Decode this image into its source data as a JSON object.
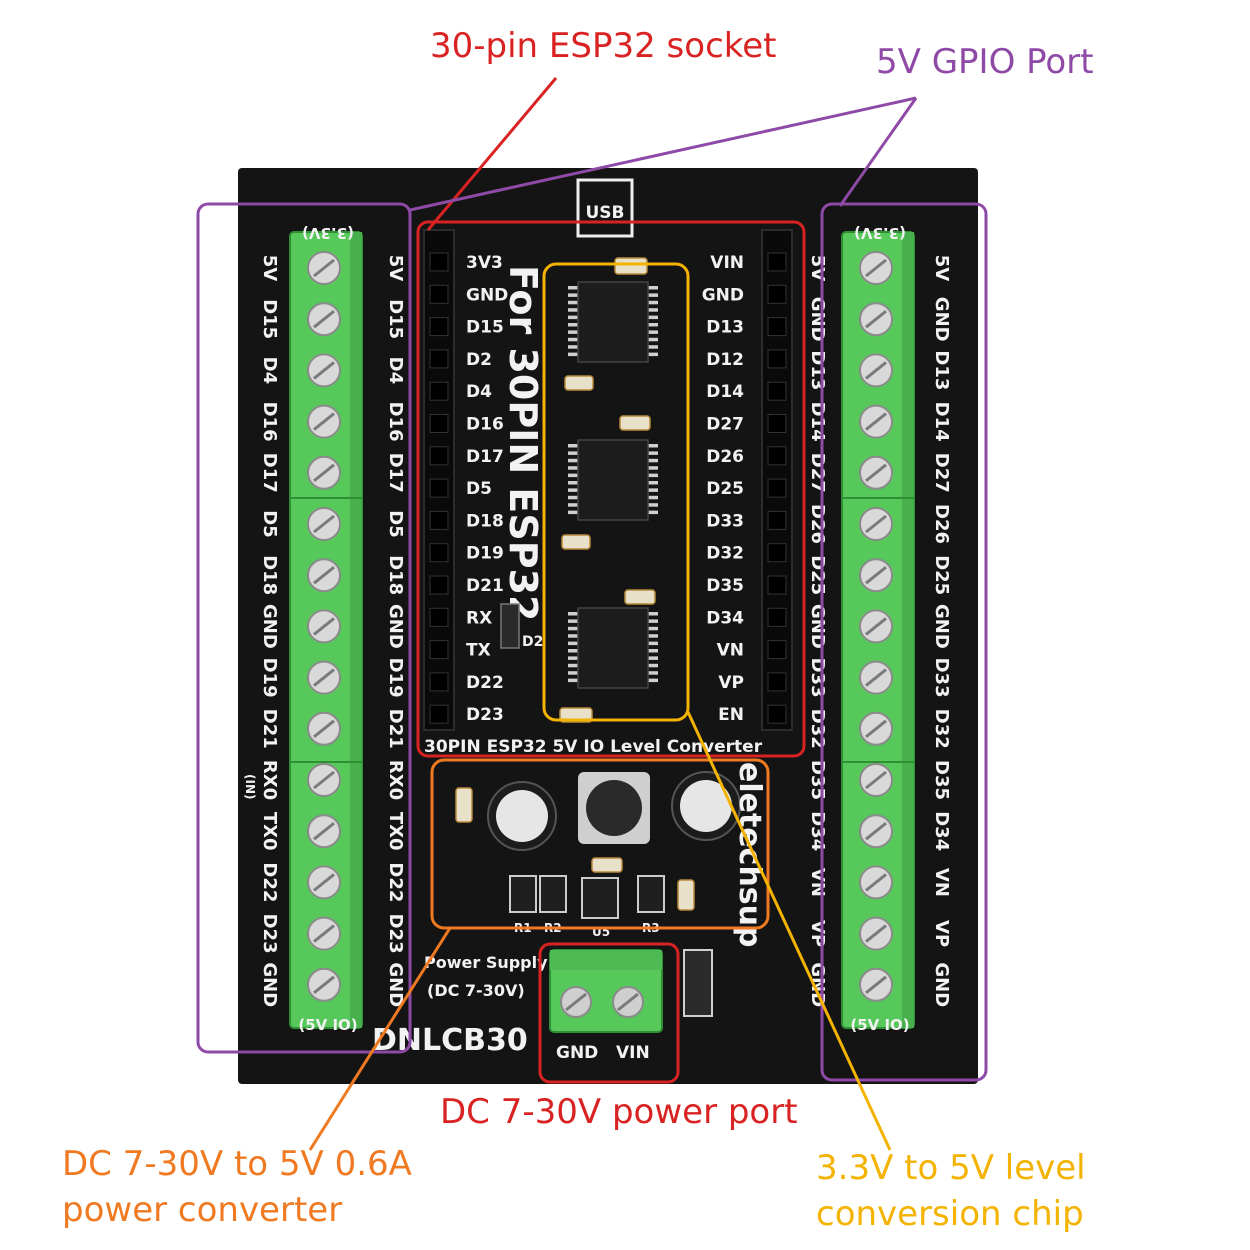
{
  "colors": {
    "red": "#d92323",
    "purple": "#8e4aa6",
    "yellow": "#f3b300",
    "orange": "#ef7a22",
    "pcb": "#141414",
    "terminal_green": "#57c95b"
  },
  "callouts": {
    "socket": "30-pin ESP32 socket",
    "gpio": "5V GPIO Port",
    "power_port": "DC 7-30V power port",
    "converter_line1": "DC 7-30V to 5V 0.6A",
    "converter_line2": "power converter",
    "level_line1": "3.3V to 5V level",
    "level_line2": "conversion chip"
  },
  "board": {
    "usb": "USB",
    "title": "For 30PIN ESP32",
    "bottom_label": "30PIN ESP32 5V IO Level Converter",
    "model": "DNLCB30",
    "brand": "eletechsup",
    "power_supply_line1": "Power Supply",
    "power_supply_line2": "(DC 7-30V)",
    "power_terminal": [
      "GND",
      "VIN"
    ],
    "diode": "D2",
    "volt_left_top": "(3.3V)",
    "volt_right_top": "(3.3V)",
    "volt_bottom": "(5V IO)",
    "input_mark": "(IN)",
    "chip_labels": [
      "R1",
      "R2",
      "U5",
      "R3"
    ],
    "esp32_left_pins": [
      "3V3",
      "GND",
      "D15",
      "D2",
      "D4",
      "D16",
      "D17",
      "D5",
      "D18",
      "D19",
      "D21",
      "RX",
      "TX",
      "D22",
      "D23"
    ],
    "esp32_right_pins": [
      "VIN",
      "GND",
      "D13",
      "D12",
      "D14",
      "D27",
      "D26",
      "D25",
      "D33",
      "D32",
      "D35",
      "D34",
      "VN",
      "VP",
      "EN"
    ],
    "left_terminal_labels": [
      "5V",
      "D15",
      "D4",
      "D16",
      "D17",
      "D5",
      "D18",
      "GND",
      "D19",
      "D21",
      "RX0",
      "TX0",
      "D22",
      "D23",
      "GND"
    ],
    "right_terminal_labels": [
      "5V",
      "GND",
      "D13",
      "D14",
      "D27",
      "D26",
      "D25",
      "GND",
      "D33",
      "D32",
      "D35",
      "D34",
      "VN",
      "VP",
      "GND"
    ]
  }
}
